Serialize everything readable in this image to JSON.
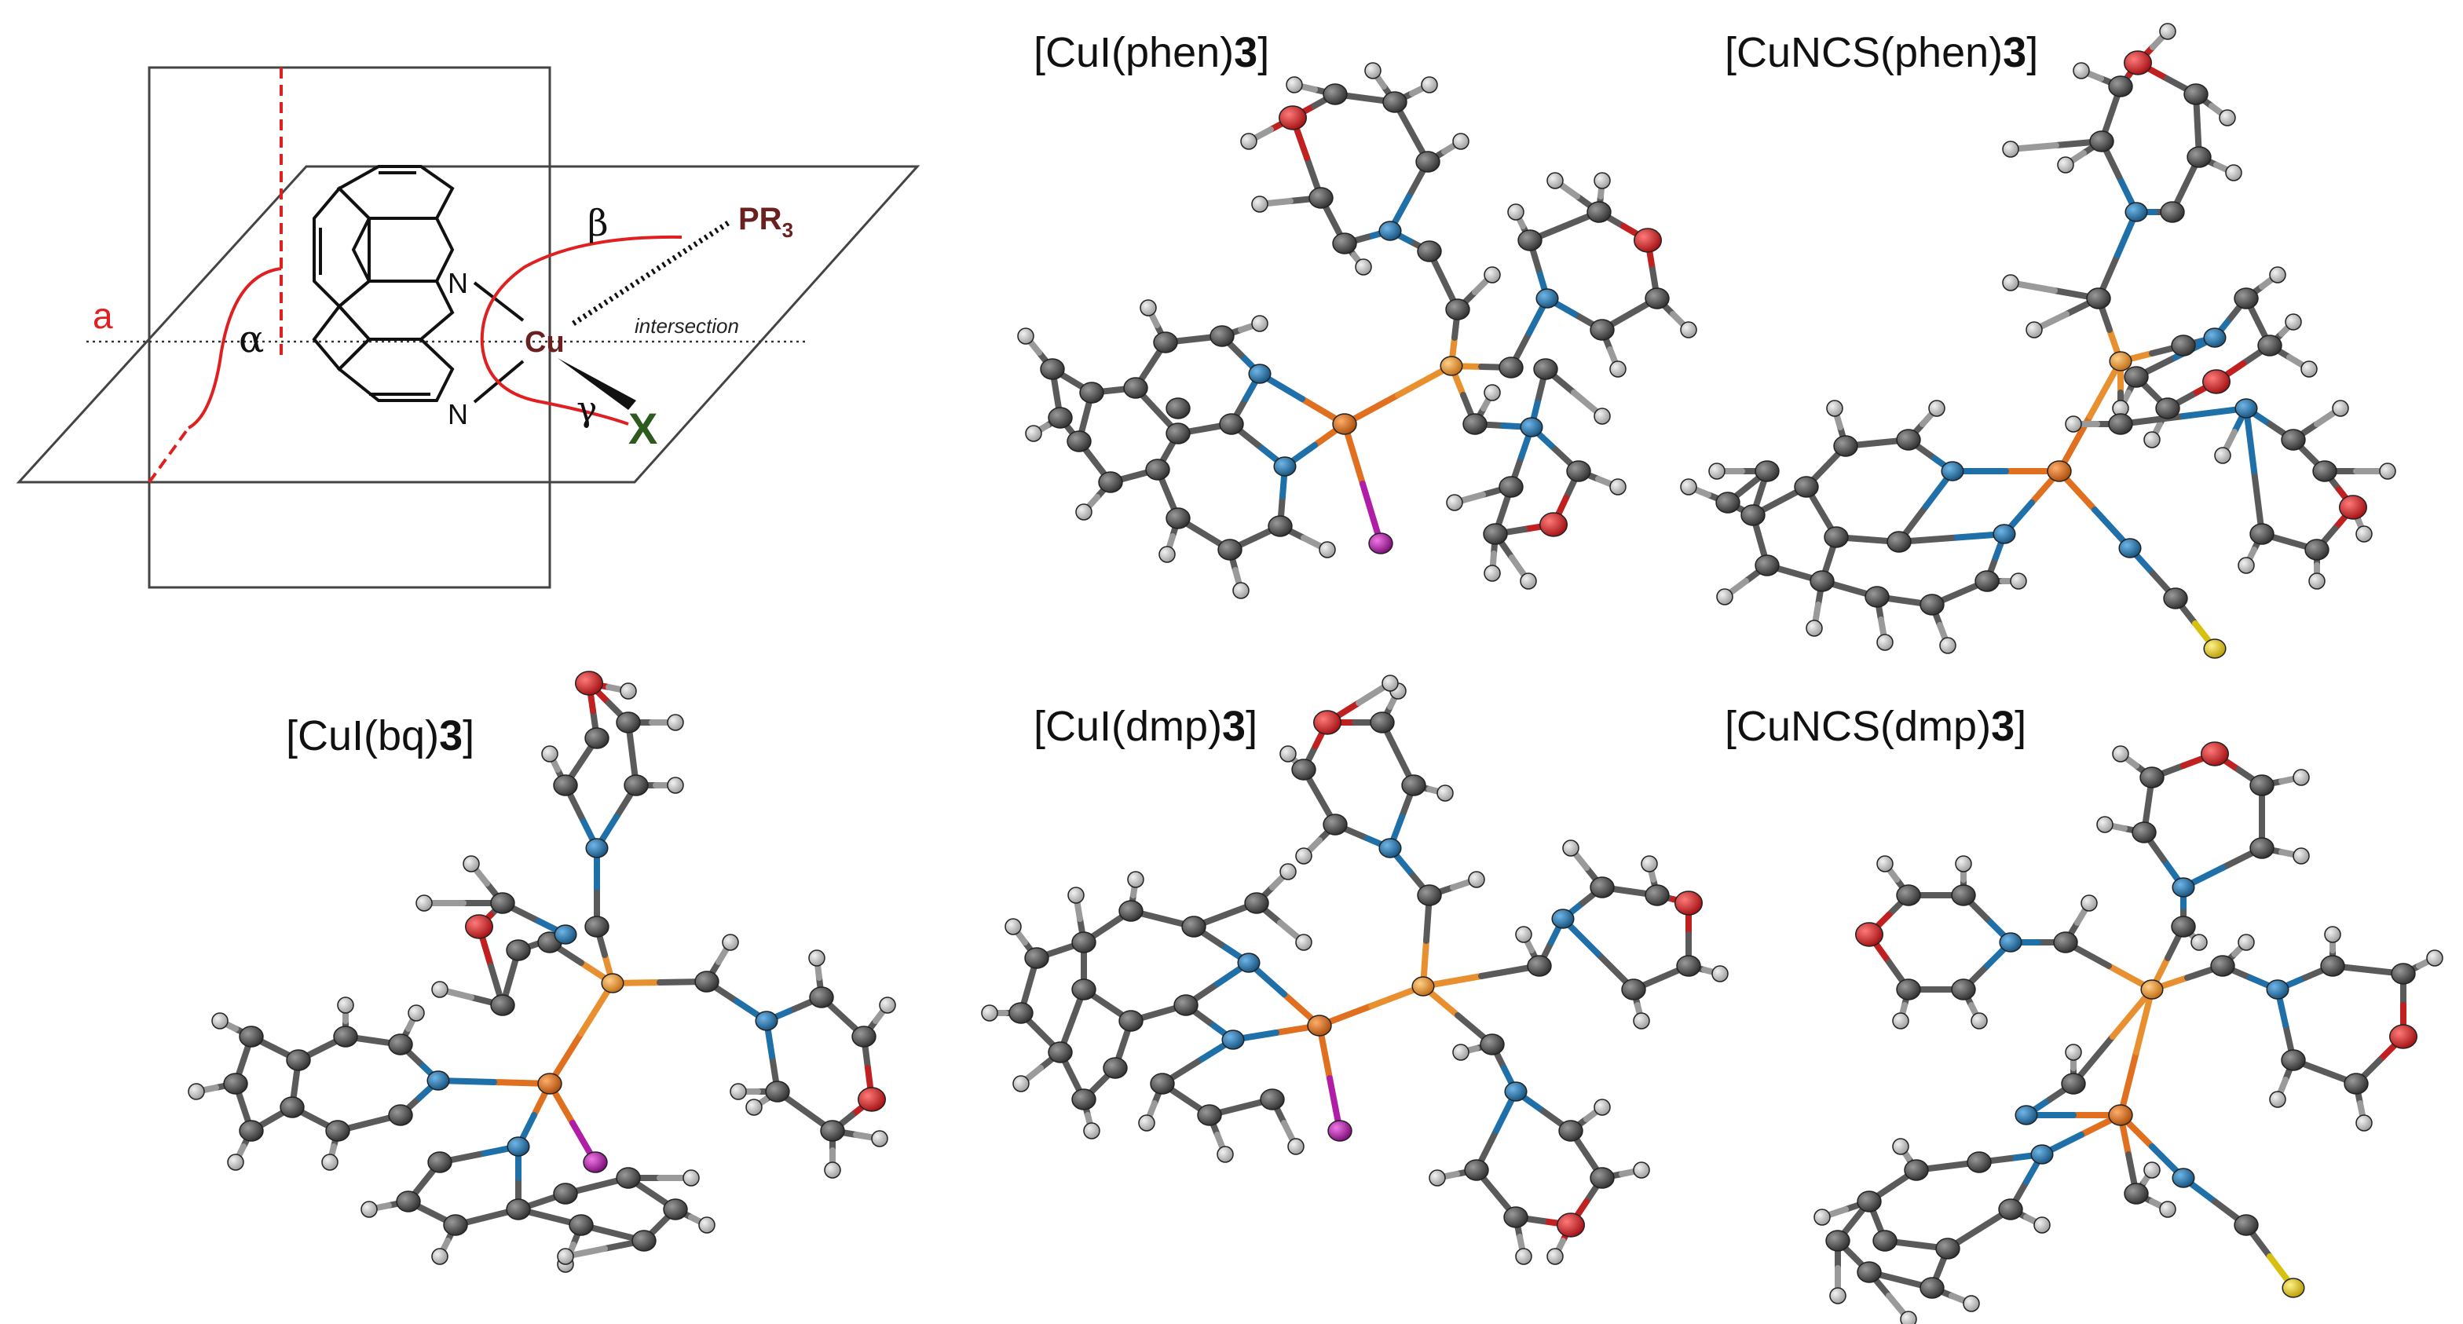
{
  "scheme": {
    "atom_N": "N",
    "atom_Cu": "Cu",
    "atom_X": "X",
    "ligand_P": "PR",
    "ligand_P_sub": "3",
    "angle_a": "a",
    "angle_alpha": "α",
    "angle_beta": "β",
    "angle_gamma": "γ",
    "intersection_label": "intersection"
  },
  "structures": [
    {
      "prefix": "[CuI(phen)",
      "bold": "3",
      "suffix": "]"
    },
    {
      "prefix": "[CuNCS(phen)",
      "bold": "3",
      "suffix": "]"
    },
    {
      "prefix": "[CuI(bq)",
      "bold": "3",
      "suffix": "]"
    },
    {
      "prefix": "[CuI(dmp)",
      "bold": "3",
      "suffix": "]"
    },
    {
      "prefix": "[CuNCS(dmp)",
      "bold": "3",
      "suffix": "]"
    }
  ],
  "colors": {
    "carbon": "#4a4a4a",
    "hydrogen": "#c8c8c8",
    "nitrogen": "#1f6fa8",
    "oxygen": "#e0191b",
    "phosphorus": "#f0a030",
    "copper": "#e0701c",
    "iodine": "#b01ea8",
    "sulfur": "#e8d020",
    "accent_red": "#e02020",
    "X_green": "#2d5a1e",
    "P_brown": "#6b2020"
  }
}
